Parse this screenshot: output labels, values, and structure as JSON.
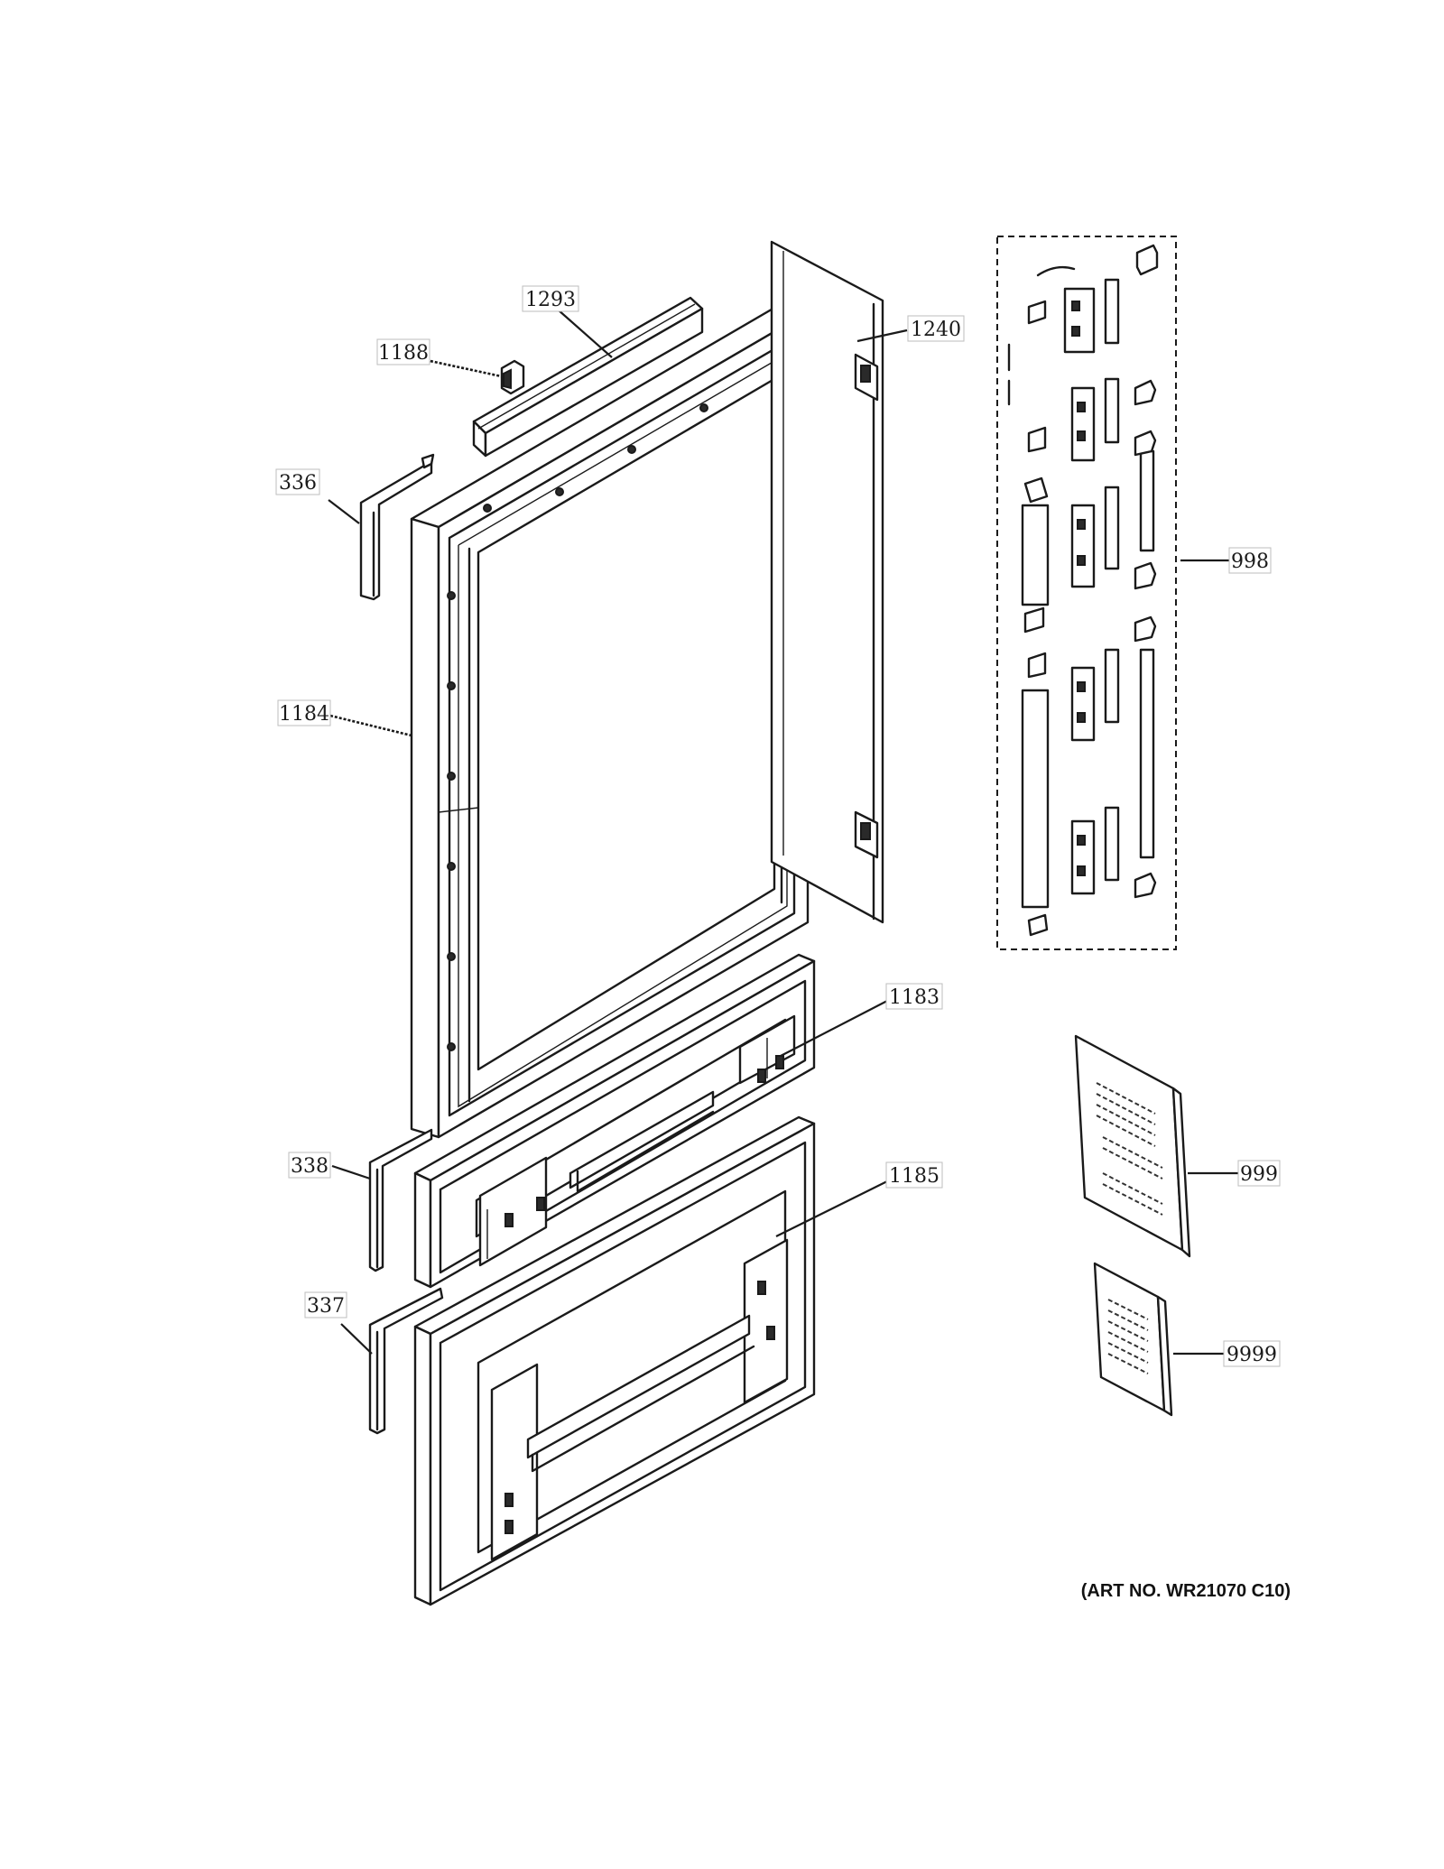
{
  "diagram": {
    "callouts": {
      "c1293": "1293",
      "c1188": "1188",
      "c1240": "1240",
      "c336": "336",
      "c1184": "1184",
      "c998": "998",
      "c1183": "1183",
      "c338": "338",
      "c1185": "1185",
      "c999": "999",
      "c337": "337",
      "c9999": "9999"
    },
    "art_number": "(ART NO. WR21070 C10)"
  }
}
